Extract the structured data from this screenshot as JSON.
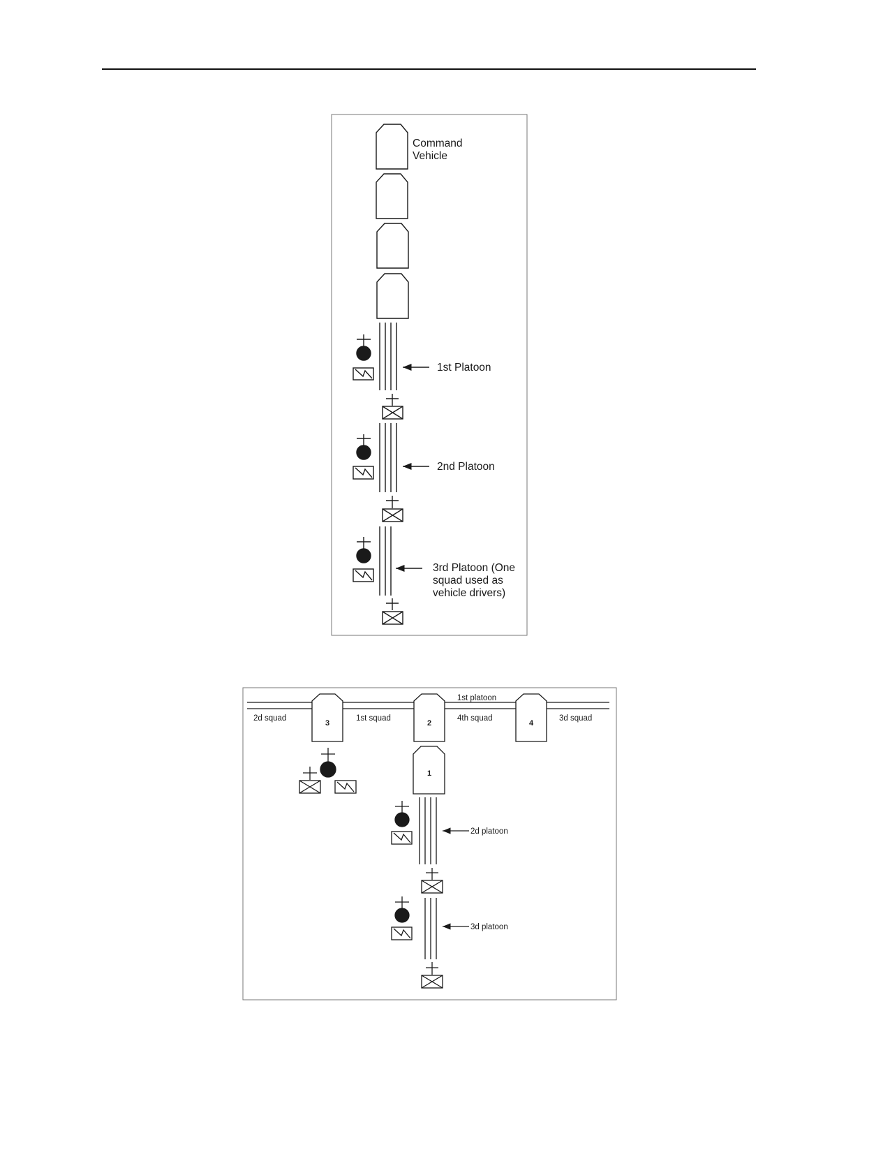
{
  "figure1": {
    "command_vehicle_line1": "Command",
    "command_vehicle_line2": "Vehicle",
    "platoon1_label": "1st Platoon",
    "platoon2_label": "2nd Platoon",
    "platoon3_line1": "3rd Platoon (One",
    "platoon3_line2": "squad used as",
    "platoon3_line3": "vehicle drivers)"
  },
  "figure2": {
    "platoon_top_label": "1st platoon",
    "squad_left": "2d squad",
    "squad_1st": "1st squad",
    "squad_4th": "4th squad",
    "squad_right": "3d squad",
    "vehicle_3": "3",
    "vehicle_2": "2",
    "vehicle_4": "4",
    "vehicle_1": "1",
    "platoon2_label": "2d platoon",
    "platoon3_label": "3d platoon"
  }
}
